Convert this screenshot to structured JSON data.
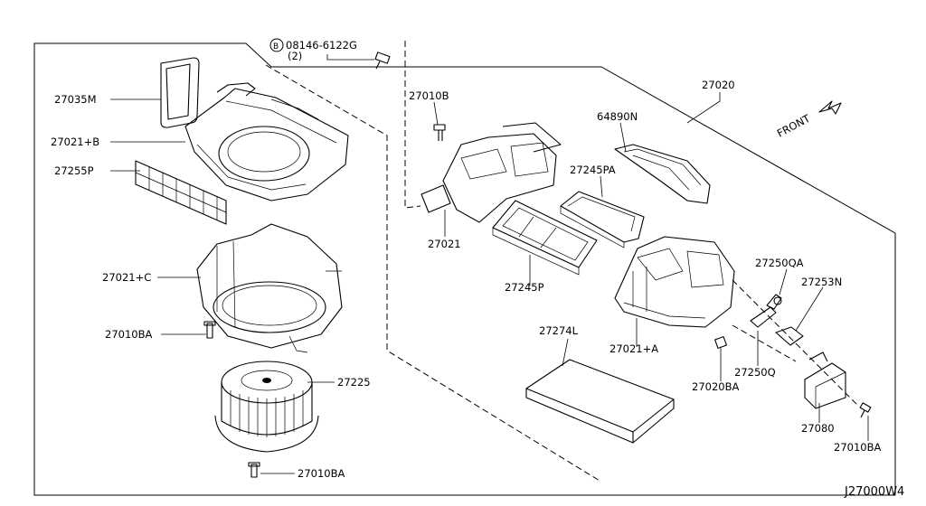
{
  "parts": [
    {
      "id": "p1",
      "label": "27035M"
    },
    {
      "id": "p2",
      "label": "27021+B"
    },
    {
      "id": "p3",
      "label": "27255P"
    },
    {
      "id": "p4",
      "label": "27021+C"
    },
    {
      "id": "p5",
      "label": "27010BA"
    },
    {
      "id": "p6",
      "label": "27225"
    },
    {
      "id": "p7",
      "label": "27010BA"
    },
    {
      "id": "p8",
      "label": "08146-6122G"
    },
    {
      "id": "p9",
      "label": "(2)"
    },
    {
      "id": "p10",
      "label": "27010B"
    },
    {
      "id": "p11",
      "label": "27021"
    },
    {
      "id": "p12",
      "label": "64890N"
    },
    {
      "id": "p13",
      "label": "27245PA"
    },
    {
      "id": "p14",
      "label": "27020"
    },
    {
      "id": "p15",
      "label": "27245P"
    },
    {
      "id": "p16",
      "label": "27274L"
    },
    {
      "id": "p17",
      "label": "27021+A"
    },
    {
      "id": "p18",
      "label": "27250QA"
    },
    {
      "id": "p19",
      "label": "27253N"
    },
    {
      "id": "p20",
      "label": "27250Q"
    },
    {
      "id": "p21",
      "label": "27020BA"
    },
    {
      "id": "p22",
      "label": "27080"
    },
    {
      "id": "p23",
      "label": "27010BA"
    }
  ],
  "bolt_symbol": "B",
  "front_label": "FRONT",
  "diagram_code": "J27000W4"
}
